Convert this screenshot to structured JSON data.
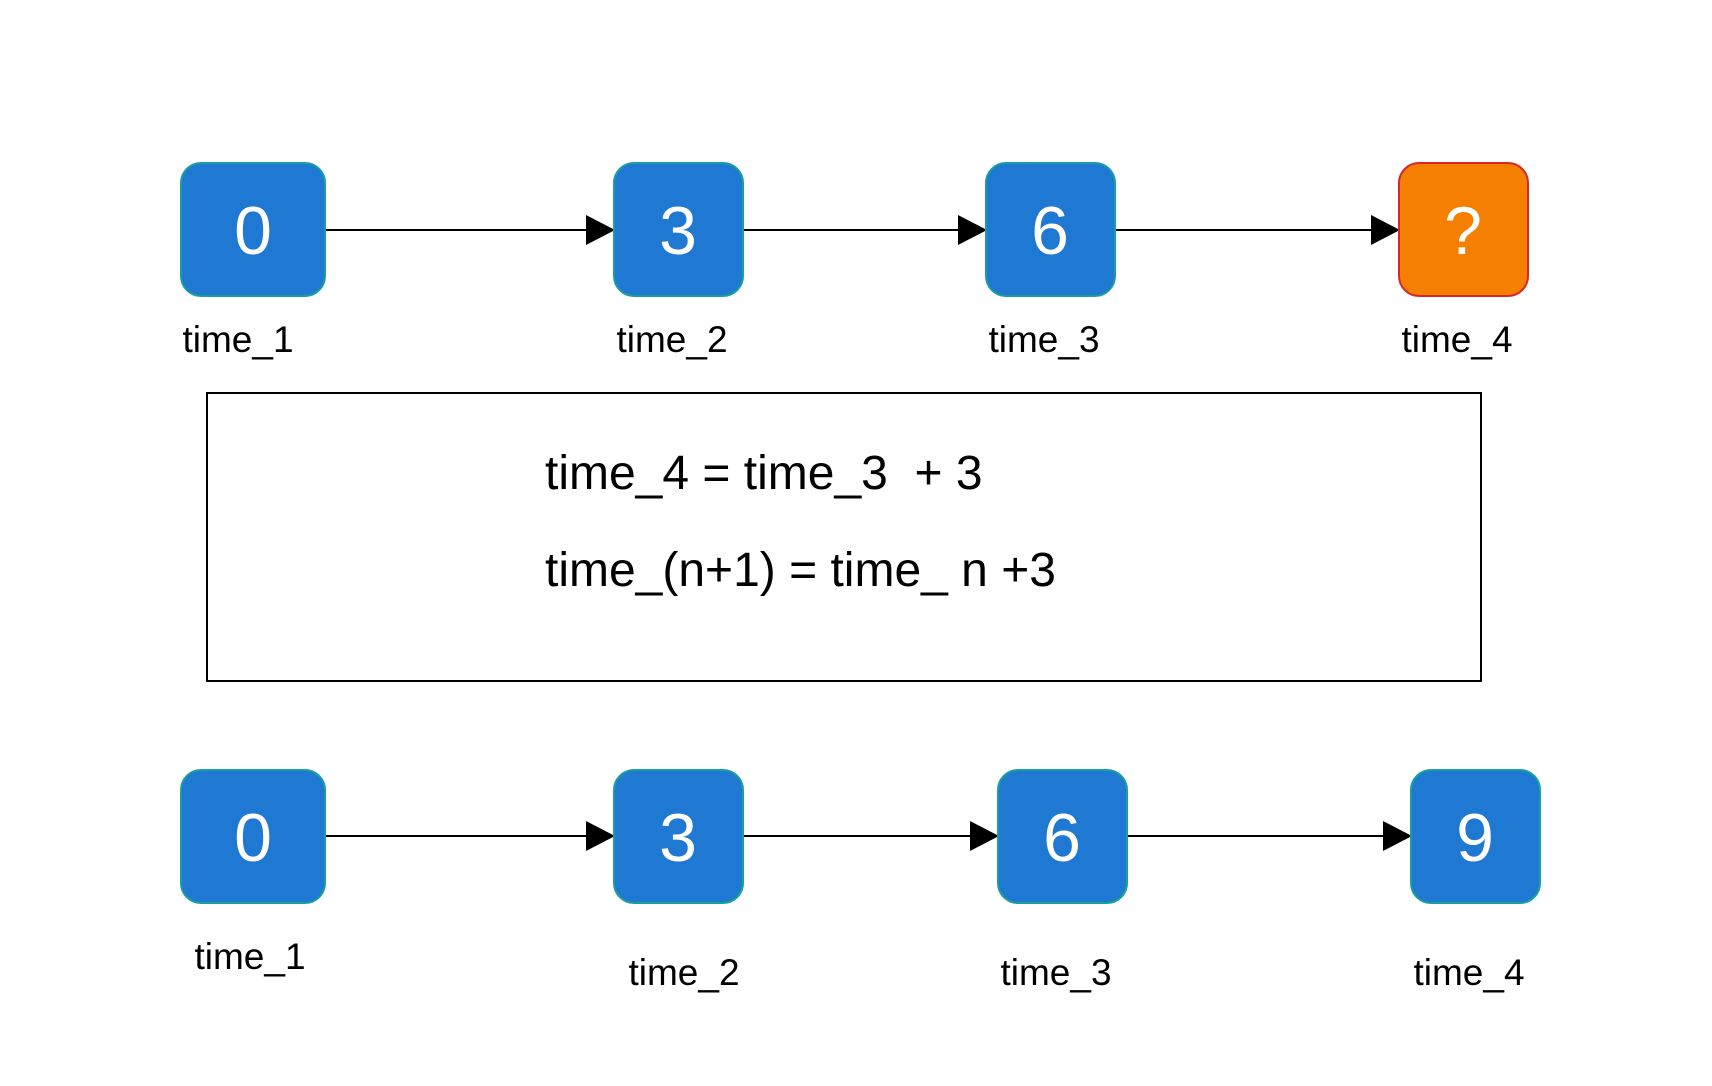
{
  "colors": {
    "known_fill": "#1f78d1",
    "known_border": "#1a9e9e",
    "unknown_fill": "#f57f00",
    "unknown_border": "#d9262c",
    "line": "#000000"
  },
  "top_sequence": {
    "nodes": [
      {
        "value": "0",
        "label": "time_1",
        "state": "known"
      },
      {
        "value": "3",
        "label": "time_2",
        "state": "known"
      },
      {
        "value": "6",
        "label": "time_3",
        "state": "known"
      },
      {
        "value": "?",
        "label": "time_4",
        "state": "unknown"
      }
    ]
  },
  "formula_box": {
    "line_1": "time_4 = time_3  + 3",
    "line_2": "time_(n+1) = time_ n +3"
  },
  "bottom_sequence": {
    "nodes": [
      {
        "value": "0",
        "label": "time_1",
        "state": "known"
      },
      {
        "value": "3",
        "label": "time_2",
        "state": "known"
      },
      {
        "value": "6",
        "label": "time_3",
        "state": "known"
      },
      {
        "value": "9",
        "label": "time_4",
        "state": "known"
      }
    ]
  }
}
